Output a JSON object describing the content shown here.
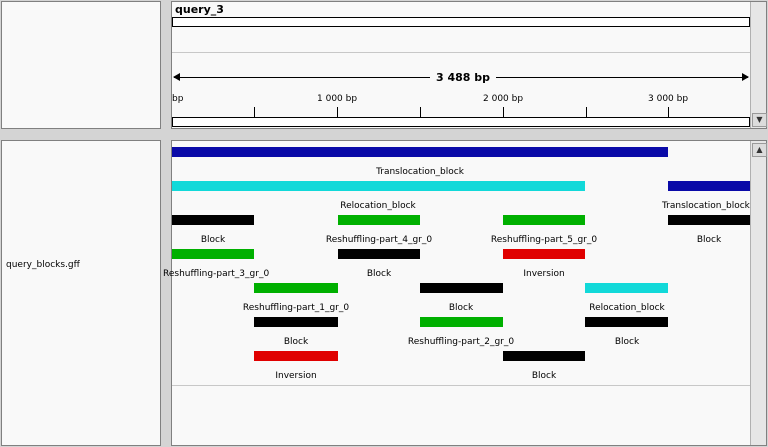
{
  "header": {
    "sequence_name": "query_3",
    "length_label": "3 488 bp"
  },
  "ruler": {
    "tick_labels": [
      "bp",
      "1 000 bp",
      "2 000 bp",
      "3 000 bp"
    ]
  },
  "track": {
    "name": "query_blocks.gff"
  },
  "feature_labels": {
    "translocation_block_1": "Translocation_block",
    "relocation_block_1": "Relocation_block",
    "translocation_block_2": "Translocation_block",
    "block_1": "Block",
    "reshuffling_4": "Reshuffling-part_4_gr_0",
    "reshuffling_5": "Reshuffling-part_5_gr_0",
    "block_2": "Block",
    "reshuffling_3": "Reshuffling-part_3_gr_0",
    "block_3": "Block",
    "inversion_1": "Inversion",
    "reshuffling_1": "Reshuffling-part_1_gr_0",
    "block_4": "Block",
    "relocation_block_2": "Relocation_block",
    "block_5": "Block",
    "reshuffling_2": "Reshuffling-part_2_gr_0",
    "block_6": "Block",
    "inversion_2": "Inversion",
    "block_7": "Block"
  },
  "colors": {
    "navy": "#0a0aa8",
    "cyan": "#12d9d9",
    "black": "#000000",
    "green": "#00b000",
    "red": "#e00000"
  },
  "scroll_icons": {
    "up": "▲",
    "down": "▼"
  }
}
